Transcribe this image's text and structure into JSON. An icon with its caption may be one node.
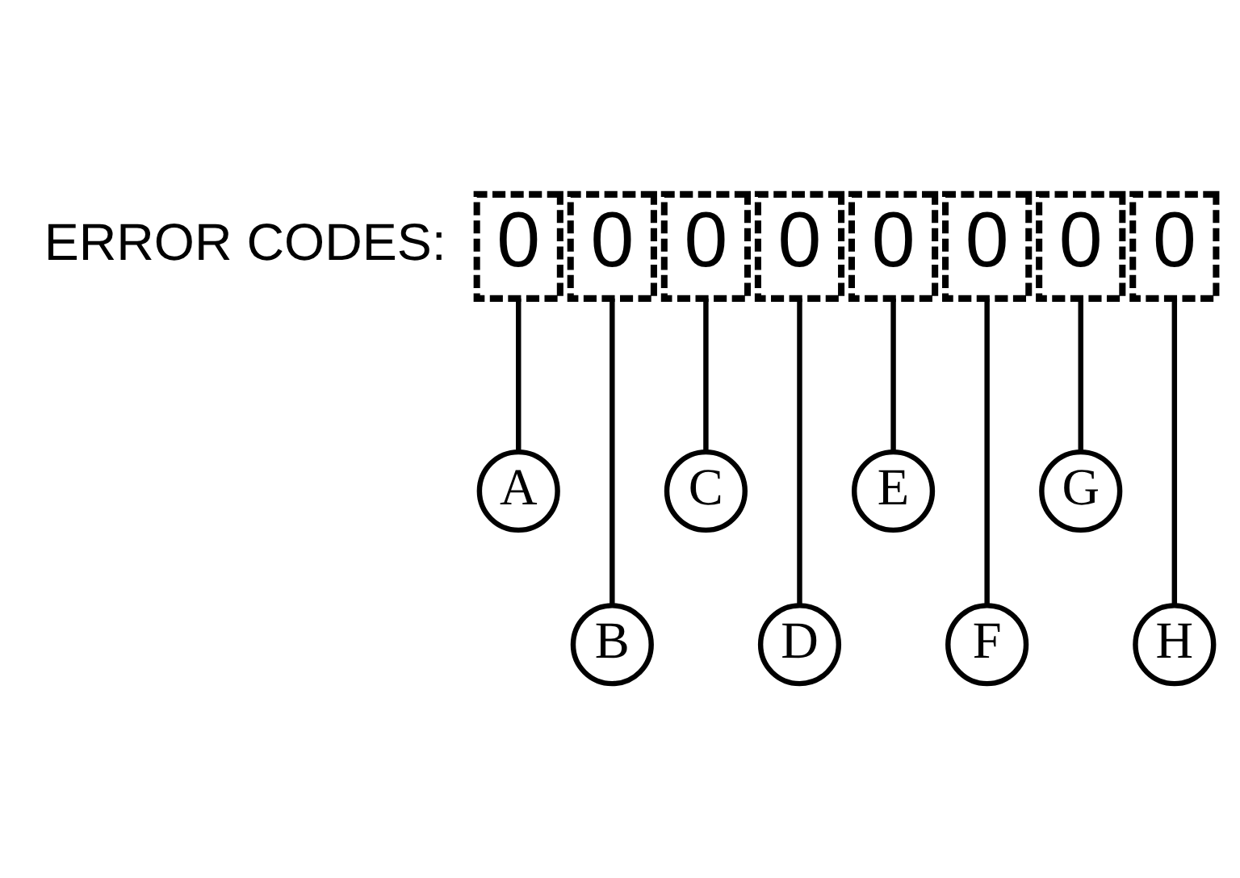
{
  "diagram": {
    "nodes": [
      {
        "text": [
          "0"
        ]
      },
      {
        "text": [
          "0"
        ]
      },
      {
        "text": [
          "0"
        ]
      },
      {
        "text": [
          "0"
        ]
      },
      {
        "text": [
          "0"
        ]
      },
      {
        "text": [
          "0"
        ]
      },
      {
        "text": [
          "0"
        ]
      },
      {
        "text": [
          "0"
        ]
      },
      {
        "text": [
          "A"
        ]
      },
      {
        "text": [
          "B"
        ]
      },
      {
        "text": [
          "C"
        ]
      },
      {
        "text": [
          "D"
        ]
      },
      {
        "text": [
          "E"
        ]
      },
      {
        "text": [
          "F"
        ]
      },
      {
        "text": [
          "G"
        ]
      },
      {
        "text": [
          "H"
        ]
      }
    ],
    "edges": [
      {
        "from": 0,
        "to": 8,
        "arrow": "none"
      },
      {
        "from": 1,
        "to": 9,
        "arrow": "none"
      },
      {
        "from": 2,
        "to": 10,
        "arrow": "none"
      },
      {
        "from": 3,
        "to": 11,
        "arrow": "none"
      },
      {
        "from": 4,
        "to": 12,
        "arrow": "none"
      },
      {
        "from": 5,
        "to": 13,
        "arrow": "none"
      },
      {
        "from": 6,
        "to": 14,
        "arrow": "none"
      },
      {
        "from": 7,
        "to": 15,
        "arrow": "none"
      }
    ],
    "labels": [
      "ERROR CODES:"
    ]
  }
}
